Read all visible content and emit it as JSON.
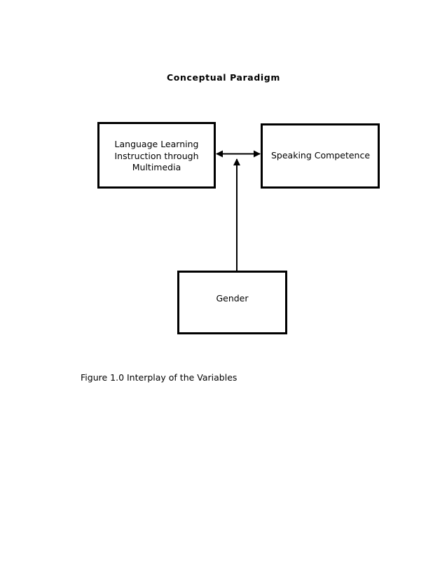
{
  "document": {
    "title": "Conceptual Paradigm"
  },
  "diagram": {
    "title": "Conceptual Paradigm",
    "nodes": [
      {
        "id": "instruction",
        "label": "Language Learning\nInstruction through\nMultimedia",
        "shape": "rectangle",
        "border_color": "#000000",
        "fill_color": "#ffffff"
      },
      {
        "id": "competence",
        "label": "Speaking Competence",
        "shape": "rectangle",
        "border_color": "#000000",
        "fill_color": "#ffffff"
      },
      {
        "id": "gender",
        "label": "Gender",
        "shape": "rectangle",
        "border_color": "#000000",
        "fill_color": "#ffffff"
      }
    ],
    "edges": [
      {
        "id": "instruction-competence",
        "from": "instruction",
        "to": "competence",
        "arrow": "double",
        "orientation": "horizontal",
        "color": "#000000"
      },
      {
        "id": "gender-relationship",
        "from": "gender",
        "to": "instruction-competence",
        "arrow": "single",
        "orientation": "vertical-up",
        "color": "#000000"
      }
    ]
  },
  "caption": {
    "text": "Figure 1.0 Interplay of the Variables"
  }
}
